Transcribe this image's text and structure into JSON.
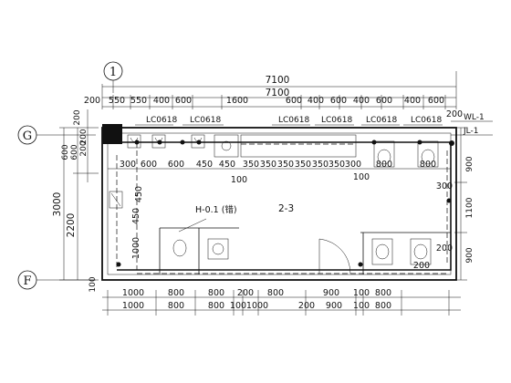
{
  "axes": {
    "axis_1": "1",
    "axis_g": "G",
    "axis_f": "F"
  },
  "dims": {
    "overall_top_a": "7100",
    "overall_top_b": "7100",
    "top_segments": [
      "200",
      "550",
      "550",
      "400",
      "600",
      "1600",
      "600",
      "400",
      "600",
      "400",
      "600",
      "400",
      "600"
    ],
    "top_right_small": "200",
    "bottom_row_1": [
      "1000",
      "800",
      "800",
      "200",
      "800",
      "900",
      "100",
      "800"
    ],
    "bottom_row_2": [
      "1000",
      "800",
      "800",
      "100",
      "1000",
      "200",
      "900",
      "100",
      "800"
    ],
    "left_outer": "3000",
    "left_middle": "2200",
    "left_top_a": "600",
    "left_top_b": "600",
    "left_small": [
      "200",
      "200",
      "200"
    ],
    "left_bottom": "100",
    "right_stack": [
      "900",
      "1100",
      "900"
    ],
    "inner_row": [
      "300",
      "600",
      "600",
      "450",
      "450",
      "350",
      "350",
      "350",
      "350",
      "350",
      "350",
      "300",
      "800",
      "800"
    ],
    "inner_100_a": "100",
    "inner_100_b": "100",
    "inner_300": "300",
    "inner_200_a": "200",
    "inner_200_b": "200",
    "inner_450": "450",
    "inner_450_b": "450",
    "inner_1000": "1000"
  },
  "window_tags": [
    "LC0618",
    "LC0618",
    "LC0618",
    "LC0618",
    "LC0618",
    "LC0618"
  ],
  "pipe_labels": {
    "wl": "WL-1",
    "jl": "JL-1"
  },
  "room": {
    "elevation": "H-0.1 (错)",
    "name": "2-3"
  }
}
